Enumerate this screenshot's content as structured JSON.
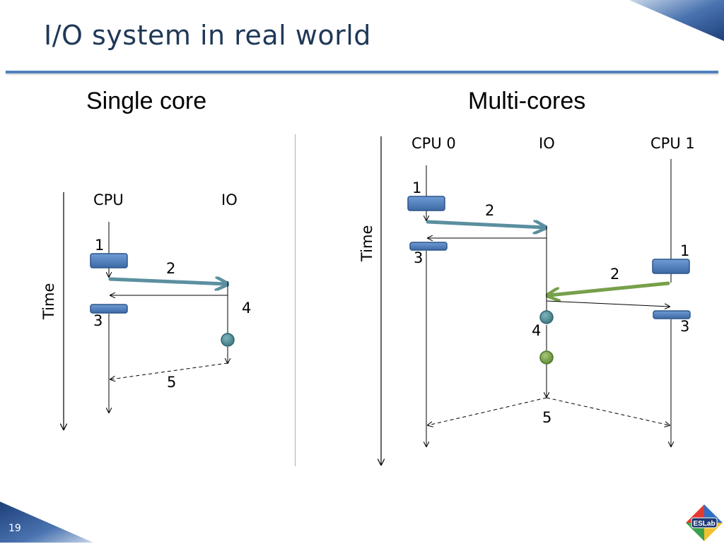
{
  "slide": {
    "title": "I/O system in real world",
    "page_number": "19",
    "logo_text": "ESLab"
  },
  "single_core": {
    "heading": "Single core",
    "cpu_label": "CPU",
    "io_label": "IO",
    "time_label": "Time",
    "steps": {
      "s1": "1",
      "s2": "2",
      "s3": "3",
      "s4": "4",
      "s5": "5"
    }
  },
  "multi_core": {
    "heading": "Multi-cores",
    "cpu0_label": "CPU 0",
    "io_label": "IO",
    "cpu1_label": "CPU 1",
    "time_label": "Time",
    "cpu0_steps": {
      "s1": "1",
      "s2": "2",
      "s3": "3"
    },
    "cpu1_steps": {
      "s1": "1",
      "s2": "2",
      "s3": "3"
    },
    "io_steps": {
      "s4": "4",
      "s5": "5"
    }
  },
  "colors": {
    "title": "#1f3857",
    "rule": "#4f81bd",
    "block_fill": "#4f81bd",
    "block_border": "#2c5588",
    "teal_arrow": "#5b8fa0",
    "green_arrow": "#77a04a",
    "teal_circle": "#4a8a94",
    "green_circle": "#6f9a3c"
  }
}
